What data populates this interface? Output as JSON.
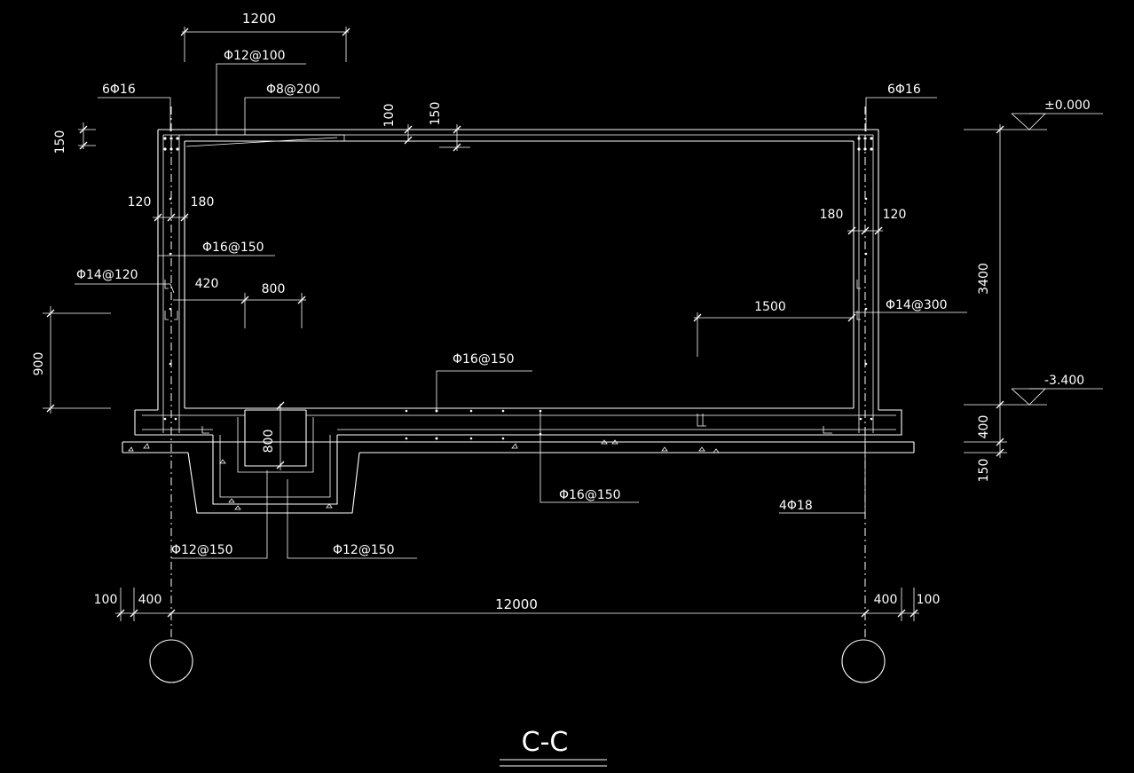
{
  "drawing": {
    "title": "C-C",
    "colors": {
      "background": "#000000",
      "lines": "#ffffff"
    },
    "dims": {
      "top_width": "1200",
      "h150_left": "150",
      "h100_roof": "100",
      "h150_roof": "150",
      "w120_left": "120",
      "w180_left": "180",
      "w420": "420",
      "w800": "800",
      "h900": "900",
      "w180_right": "180",
      "w120_right": "120",
      "w1500": "1500",
      "h3400": "3400",
      "h400": "400",
      "h150_base": "150",
      "h800_pit": "800",
      "b100_left": "100",
      "b400_left": "400",
      "span": "12000",
      "b400_right": "400",
      "b100_right": "100"
    },
    "levels": {
      "top": "±0.000",
      "bottom": "-3.400"
    },
    "rebar": {
      "top_left_6phi16": "6Φ16",
      "phi12_100": "Φ12@100",
      "phi8_200": "Φ8@200",
      "top_right_6phi16": "6Φ16",
      "phi16_150_wall": "Φ16@150",
      "phi14_120": "Φ14@120",
      "phi14_300": "Φ14@300",
      "phi16_150_slab_top": "Φ16@150",
      "phi16_150_slab_bot": "Φ16@150",
      "four_phi18": "4Φ18",
      "phi12_150_a": "Φ12@150",
      "phi12_150_b": "Φ12@150"
    }
  }
}
